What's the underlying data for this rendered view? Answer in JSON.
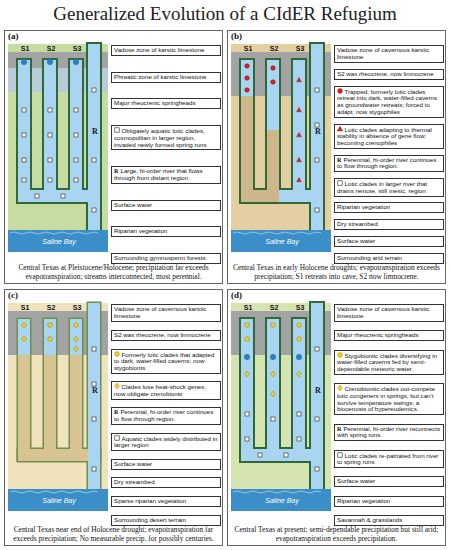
{
  "diagram": {
    "title": "Generalized Evolution of a CIdER Refugium",
    "nodes": [
      {
        "text": [
          "(a)",
          "Central Texas at Pleistocene/Holocene; precipitation far exceeds evapotranspiration; streams interconnected, most perennial."
        ]
      },
      {
        "text": [
          "Vadose zone of karstic limestone"
        ],
        "in": 0
      },
      {
        "text": [
          "Phreatic zone of karstic limestone"
        ],
        "in": 0
      },
      {
        "text": [
          "Major rheocrenic springheads"
        ],
        "in": 0
      },
      {
        "text": [
          "Obligately aquatic lotic clades, cosmopolitan in larger region, invaded newly formed spring runs"
        ],
        "in": 0
      },
      {
        "text": [
          "R",
          "Large, hi-order river that flows through from distant region."
        ],
        "in": 0
      },
      {
        "text": [
          "Surface water"
        ],
        "in": 0
      },
      {
        "text": [
          "Riparian vegetation"
        ],
        "in": 0
      },
      {
        "text": [
          "Surrounding gymnosperm forests"
        ],
        "in": 0
      },
      {
        "text": [
          "(b)",
          "Central Texas in early Holocene droughts; evapotranspiration exceeds precipitation; S1 retreats into cave, S2 now limnocrene."
        ]
      },
      {
        "text": [
          "Vadose zone of cavernous karstic limestone"
        ],
        "in": 9
      },
      {
        "text": [
          "S2 was rheocrene, now limnocrene"
        ],
        "in": 9
      },
      {
        "text": [
          "Trapped; formerly lotic clades retreat into dark, water-filled caverns as groundwater retreats; forced to adapt; now stygophiles"
        ],
        "in": 9
      },
      {
        "text": [
          "Lotic clades adapting to thermal stability in absence of gene flow; becoming crenophiles"
        ],
        "in": 9
      },
      {
        "text": [
          "R",
          "Perennial, hi-order river continues to flow through region."
        ],
        "in": 9
      },
      {
        "text": [
          "Lotic clades in larger river that drains remote, still mesic, region"
        ],
        "in": 9
      },
      {
        "text": [
          "Riparian vegetation"
        ],
        "in": 9
      },
      {
        "text": [
          "Dry streambed"
        ],
        "in": 9
      },
      {
        "text": [
          "Surface water"
        ],
        "in": 9
      },
      {
        "text": [
          "Surrounding arid terrain"
        ],
        "in": 9
      },
      {
        "text": [
          "(c)",
          "Central Texas near end of Holocene drought; evapotranspiration far exceeds precipitation; No measurable precip. for possibly centuries."
        ]
      },
      {
        "text": [
          "Vadose zone of cavernous karstic limestone"
        ],
        "in": 20
      },
      {
        "text": [
          "S2 was rheocrene, now limnocrene"
        ],
        "in": 20
      },
      {
        "text": [
          "Formerly lotic clades that adapted to dark, water-filled caverns; now stygobionts"
        ],
        "in": 20
      },
      {
        "text": [
          "Clades lose heat-shock genes, now obligate crenobionts"
        ],
        "in": 20
      },
      {
        "text": [
          "R",
          "Perennial, hi-order river continues to flow through region."
        ],
        "in": 20
      },
      {
        "text": [
          "Aquatic clades widely distributed in larger region"
        ],
        "in": 20
      },
      {
        "text": [
          "Surface water"
        ],
        "in": 20
      },
      {
        "text": [
          "Dry streambed"
        ],
        "in": 20
      },
      {
        "text": [
          "Sparse riparian vegetation"
        ],
        "in": 20
      },
      {
        "text": [
          "Surrounding desert terrain"
        ],
        "in": 20
      },
      {
        "text": [
          "(d)",
          "Central Texas at present; semi-dependable precipitation but still arid; evapotranspiration exceeds precipitation."
        ]
      },
      {
        "text": [
          "Vadose zone of cavernous karstic limestone"
        ],
        "in": 31
      },
      {
        "text": [
          "Major rheocrenic springheads"
        ],
        "in": 31
      },
      {
        "text": [
          "Stygobiontic clades diversifying in water-filled caverns fed by semi-dependable meteoric water."
        ],
        "in": 31
      },
      {
        "text": [
          "Crenobiontic clades out-compete lotic congeners in springs, but can't survive temperature swings; a biocenosis of hypereudemics."
        ],
        "in": 31
      },
      {
        "text": [
          "R",
          "Perennial, hi-order river reconnects with spring runs."
        ],
        "in": 31
      },
      {
        "text": [
          "Lotic clades re-patriated from river to spring runs"
        ],
        "in": 31
      },
      {
        "text": [
          "Surface water"
        ],
        "in": 31
      },
      {
        "text": [
          "Riparian vegetation"
        ],
        "in": 31
      },
      {
        "text": [
          "Savannah & grasslands"
        ],
        "in": 31
      }
    ],
    "labels": [
      "S1",
      "S2",
      "S3",
      "R",
      "Saline Bay",
      "S1",
      "S2",
      "S3",
      "R",
      "Saline Bay",
      "S1",
      "S2",
      "S3",
      "R",
      "Saline Bay",
      "S1",
      "S2",
      "S3",
      "R",
      "Saline Bay"
    ]
  }
}
